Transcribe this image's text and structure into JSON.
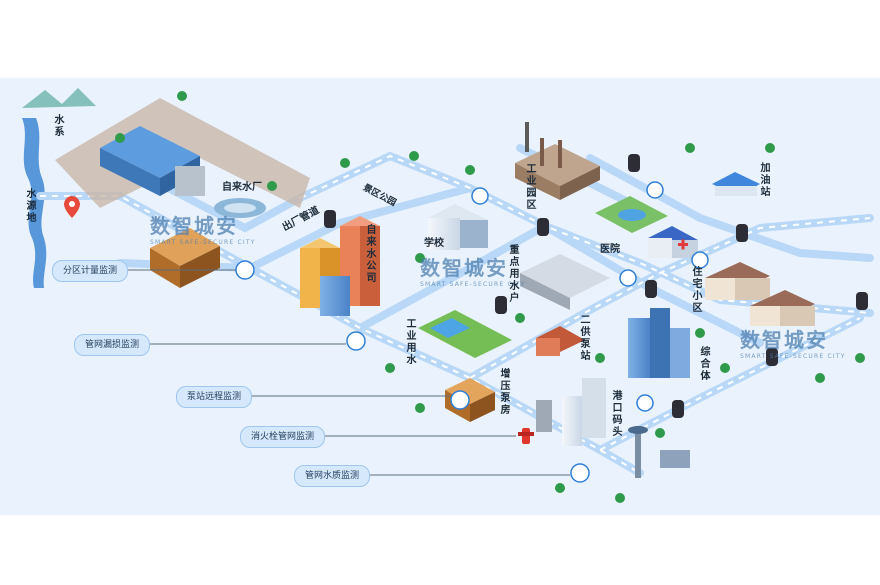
{
  "labels": {
    "water_system": "水系",
    "water_source": "水源地",
    "water_plant": "自来水厂",
    "outlet_pipe": "出厂管道",
    "water_company": "自来水公司",
    "scenic_park": "景区公园",
    "school": "学校",
    "key_users": "重点用水户",
    "industrial_park": "工业园区",
    "hospital": "医院",
    "gas_station": "加油站",
    "residential": "住宅小区",
    "industrial_water": "工业用水",
    "secondary_pump": "二供泵站",
    "complex": "综合体",
    "booster_pump": "增压泵房",
    "port": "港口码头"
  },
  "monitors": [
    {
      "label": "分区计量监测"
    },
    {
      "label": "管网漏损监测"
    },
    {
      "label": "泵站远程监测"
    },
    {
      "label": "消火栓管网监测"
    },
    {
      "label": "管网水质监测"
    }
  ],
  "watermark": {
    "title": "数智城安",
    "subtitle": "SMART SAFE-SECURE CITY"
  },
  "colors": {
    "background": "#eaf3fd",
    "pipe": "#b9d8f7",
    "pipe_flow": "#ffffff",
    "pill_bg": "#d6e8fb",
    "accent": "#2f7fd6"
  },
  "icons": {
    "meter": "water-meter-icon",
    "tree": "tree-icon",
    "hydrant": "fire-hydrant-icon",
    "pin": "location-pin-icon"
  }
}
